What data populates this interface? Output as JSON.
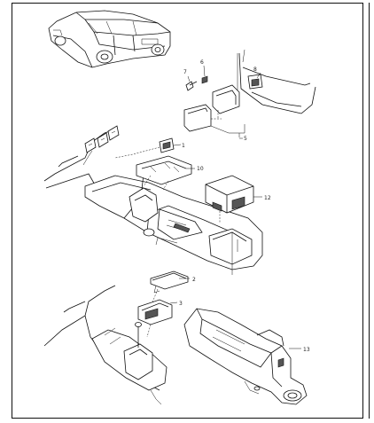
{
  "callouts": {
    "c1": "1",
    "c2": "2",
    "c3": "3",
    "c5": "5",
    "c6": "6",
    "c7": "7",
    "c8": "8",
    "c10": "10",
    "c12": "12",
    "c13": "13"
  }
}
